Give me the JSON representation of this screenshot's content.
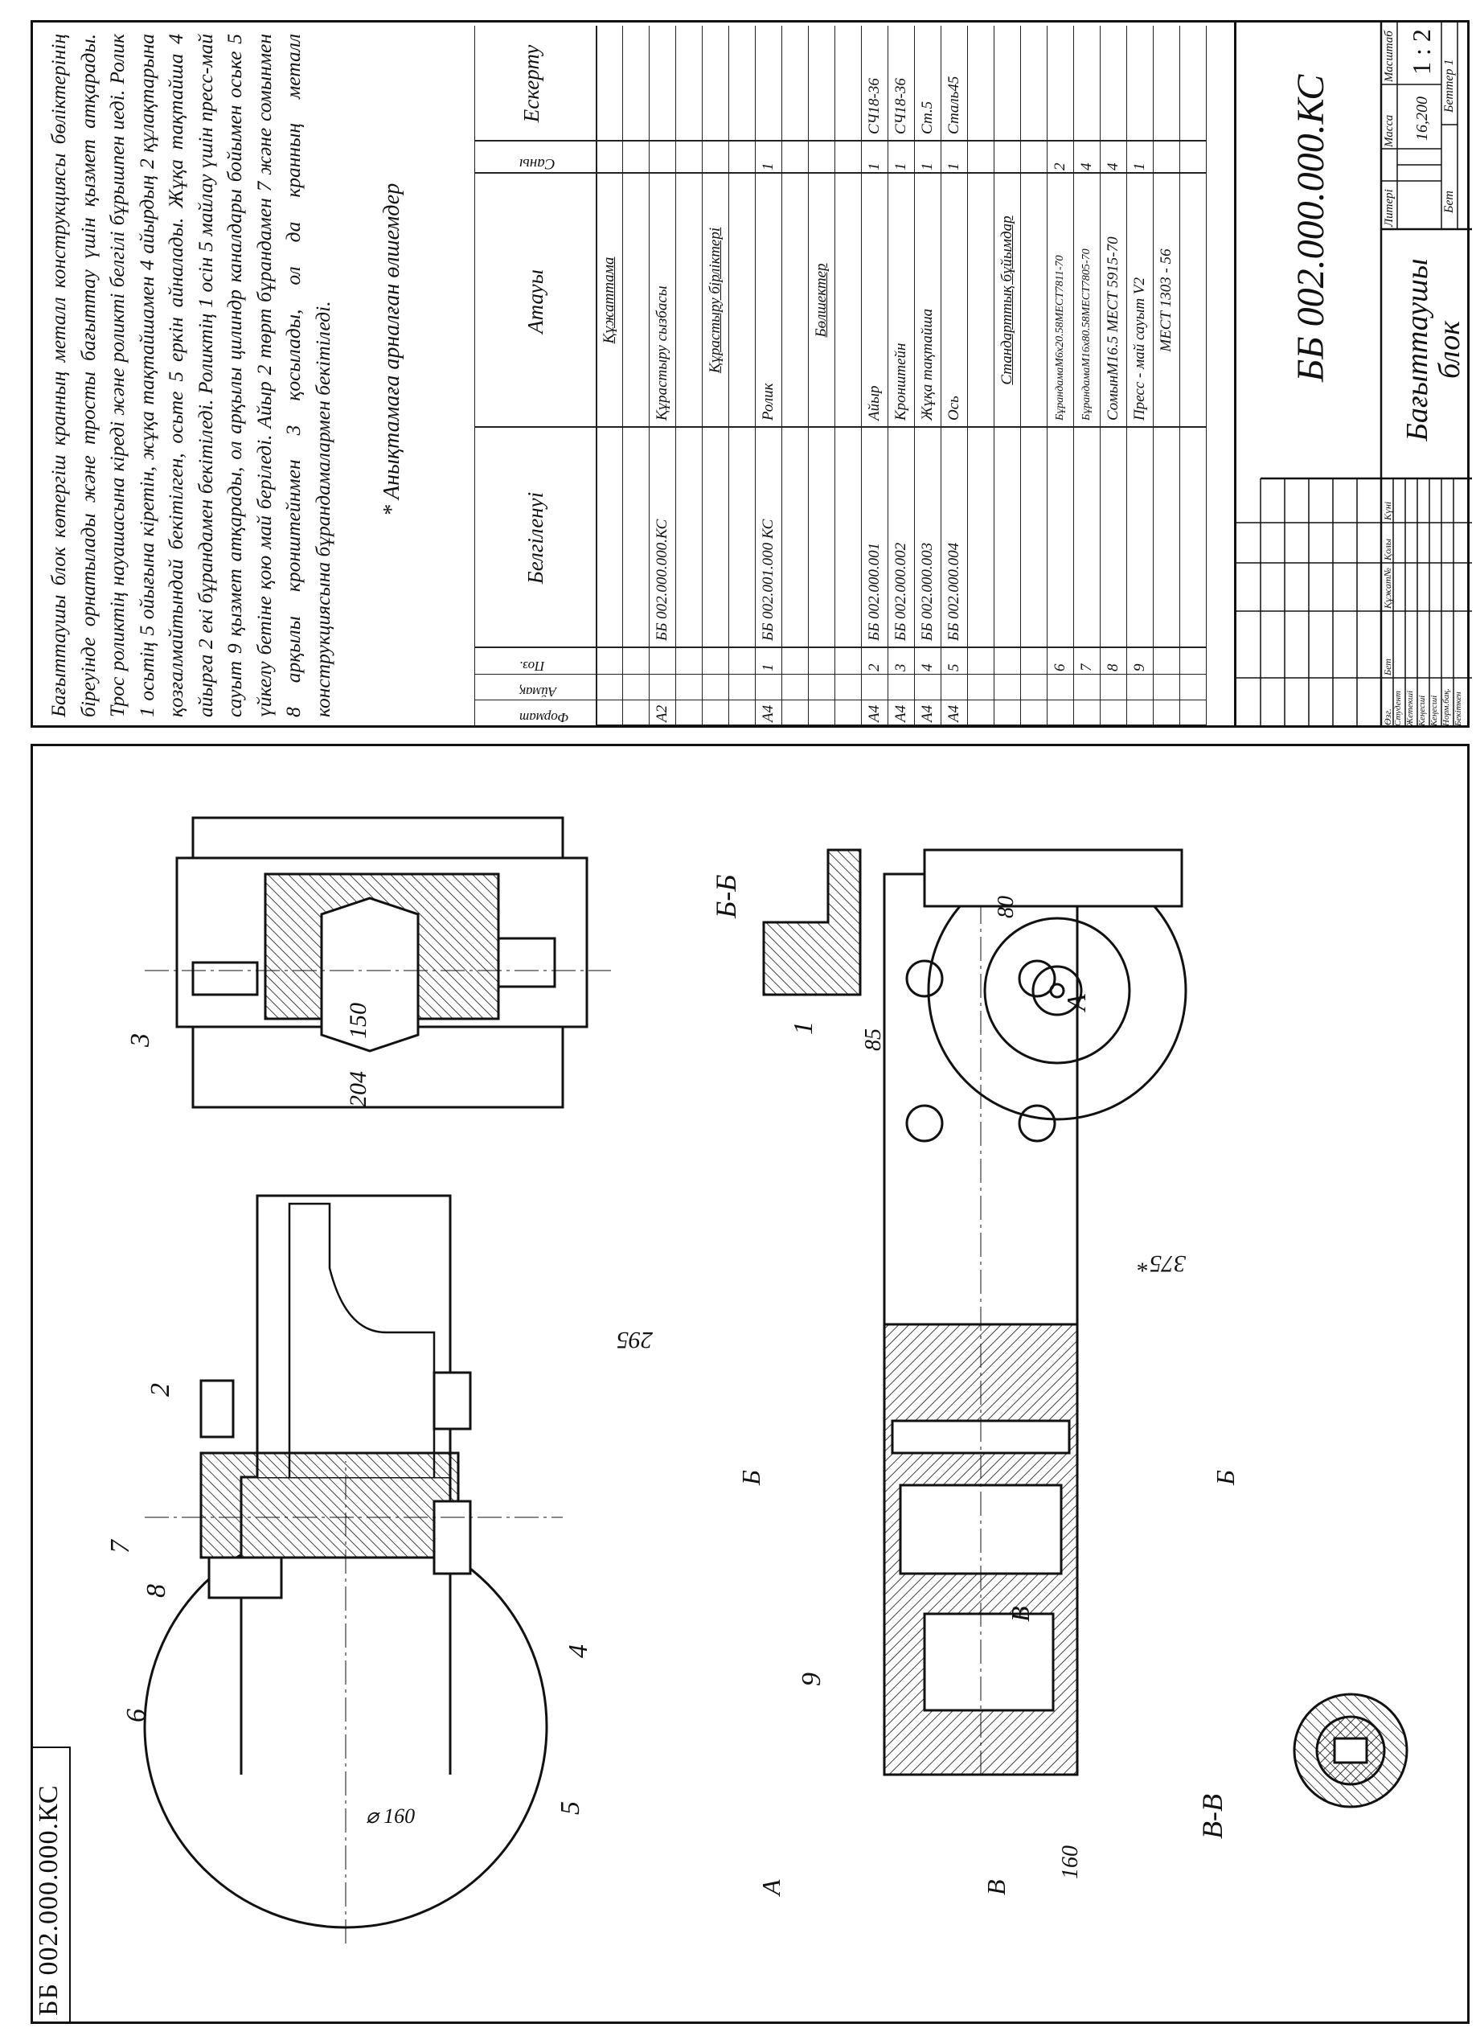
{
  "stamp_code": "ББ 002.000.000.КС",
  "title_block": {
    "designation": "ББ 002.000.000.КС",
    "name": "Бағыттаушы блок",
    "col_literi": "Литері",
    "col_massa": "Масса",
    "col_masshtab": "Масштаб",
    "mass": "16,200",
    "scale": "1 : 2",
    "sheet": "Бет",
    "sheets": "Беттер 1",
    "sign_cols": [
      "Өзг.",
      "Бет",
      "Құжат№",
      "Қолы",
      "Күні"
    ],
    "roles": [
      "Студент",
      "Жетекші",
      "Кеңесші",
      "Кеңесші",
      "Норм.бақ.",
      "Бекіткен"
    ]
  },
  "notes": {
    "paragraph": "Бағыттаушы блок көтергіш кранның металл конструкциясы бөліктерінің біреуінде орнатылады және тросты бағыттау үшін қызмет атқарады. Трос роликтің науашасына кіреді және роликті белгілі бұрышпен иеді. Ролик 1 осьтің 5 ойығына кіретін, жұқа тақтайшамен 4 айырдың 2 құлақтарына қозғалмайтындай бекітілген, осьте 5 еркін айналады. Жұқа тақтайша 4 айырға 2 екі бұрандамен бекітіледі. Роликтің 1 осін 5 майлау үшін пресс-май сауыт 9 қызмет атқарады, ол арқылы цилиндр каналдары бойымен оське 5 үйкелу бетіне қою май беріледі. Айыр 2 төрт бұрандамен 7 және сомынмен 8 арқылы кронштейнмен 3 қосылады, ол да кранның металл конструкциясына бұрандамалармен бекітіледі.",
    "footnote": "* Анықтамаға арналған өлшемдер"
  },
  "spec_headers": {
    "format": "Формат",
    "zone": "Аймақ",
    "pos": "Поз.",
    "designation": "Белгіленуі",
    "name": "Атауы",
    "qty": "Саны",
    "note": "Ескерту"
  },
  "spec_rows": [
    {
      "format": "",
      "pos": "",
      "designation": "",
      "name": "Құжаттама",
      "qty": "",
      "note": "",
      "u": true
    },
    {
      "format": "",
      "pos": "",
      "designation": "",
      "name": "",
      "qty": "",
      "note": ""
    },
    {
      "format": "А2",
      "pos": "",
      "designation": "ББ 002.000.000.КС",
      "name": "Құрастыру сызбасы",
      "qty": "",
      "note": ""
    },
    {
      "format": "",
      "pos": "",
      "designation": "",
      "name": "",
      "qty": "",
      "note": ""
    },
    {
      "format": "",
      "pos": "",
      "designation": "",
      "name": "Құрастыру бірліктері",
      "qty": "",
      "note": "",
      "u": true
    },
    {
      "format": "",
      "pos": "",
      "designation": "",
      "name": "",
      "qty": "",
      "note": ""
    },
    {
      "format": "А4",
      "pos": "1",
      "designation": "ББ 002.001.000 КС",
      "name": "Ролик",
      "qty": "1",
      "note": ""
    },
    {
      "format": "",
      "pos": "",
      "designation": "",
      "name": "",
      "qty": "",
      "note": ""
    },
    {
      "format": "",
      "pos": "",
      "designation": "",
      "name": "Бөлшектер",
      "qty": "",
      "note": "",
      "u": true
    },
    {
      "format": "",
      "pos": "",
      "designation": "",
      "name": "",
      "qty": "",
      "note": ""
    },
    {
      "format": "А4",
      "pos": "2",
      "designation": "ББ 002.000.001",
      "name": "Айыр",
      "qty": "1",
      "note": "СЧ18-36"
    },
    {
      "format": "А4",
      "pos": "3",
      "designation": "ББ 002.000.002",
      "name": "Кронштейн",
      "qty": "1",
      "note": "СЧ18-36"
    },
    {
      "format": "А4",
      "pos": "4",
      "designation": "ББ 002.000.003",
      "name": "Жұқа тақтайша",
      "qty": "1",
      "note": "Ст.5"
    },
    {
      "format": "А4",
      "pos": "5",
      "designation": "ББ 002.000.004",
      "name": "Ось",
      "qty": "1",
      "note": "Сталь45"
    },
    {
      "format": "",
      "pos": "",
      "designation": "",
      "name": "",
      "qty": "",
      "note": ""
    },
    {
      "format": "",
      "pos": "",
      "designation": "",
      "name": "Стандарттық бұйымдар",
      "qty": "",
      "note": "",
      "u": true
    },
    {
      "format": "",
      "pos": "",
      "designation": "",
      "name": "",
      "qty": "",
      "note": ""
    },
    {
      "format": "",
      "pos": "6",
      "designation": "",
      "name": "БұрандамаМ6х20.58МЕСТ7811-70",
      "qty": "2",
      "note": "",
      "small": true
    },
    {
      "format": "",
      "pos": "7",
      "designation": "",
      "name": "БұрандамаМ16х80.58МЕСТ7805-70",
      "qty": "4",
      "note": "",
      "small": true
    },
    {
      "format": "",
      "pos": "8",
      "designation": "",
      "name": "СомынМ16.5 МЕСТ 5915-70",
      "qty": "4",
      "note": ""
    },
    {
      "format": "",
      "pos": "9",
      "designation": "",
      "name": "Пресс - май сауыт V2",
      "qty": "1",
      "note": ""
    },
    {
      "format": "",
      "pos": "",
      "designation": "",
      "name": "МЕСТ 1303 - 56",
      "qty": "",
      "note": ""
    },
    {
      "format": "",
      "pos": "",
      "designation": "",
      "name": "",
      "qty": "",
      "note": ""
    }
  ],
  "drawing": {
    "dims": {
      "d160": "⌀ 160",
      "w160": "160",
      "d295": "295",
      "d375": "375*",
      "d85": "85",
      "d80": "80",
      "d150": "150",
      "d204": "204"
    },
    "leaders": {
      "p1": "1",
      "p2": "2",
      "p3": "3",
      "p4": "4",
      "p5": "5",
      "p6": "6",
      "p7": "7",
      "p8": "8",
      "p9": "9"
    },
    "section_labels": {
      "bb_title": "Б-Б",
      "vv_title": "В-В",
      "view_a": "А",
      "b": "Б",
      "v": "В",
      "a": "А"
    }
  }
}
